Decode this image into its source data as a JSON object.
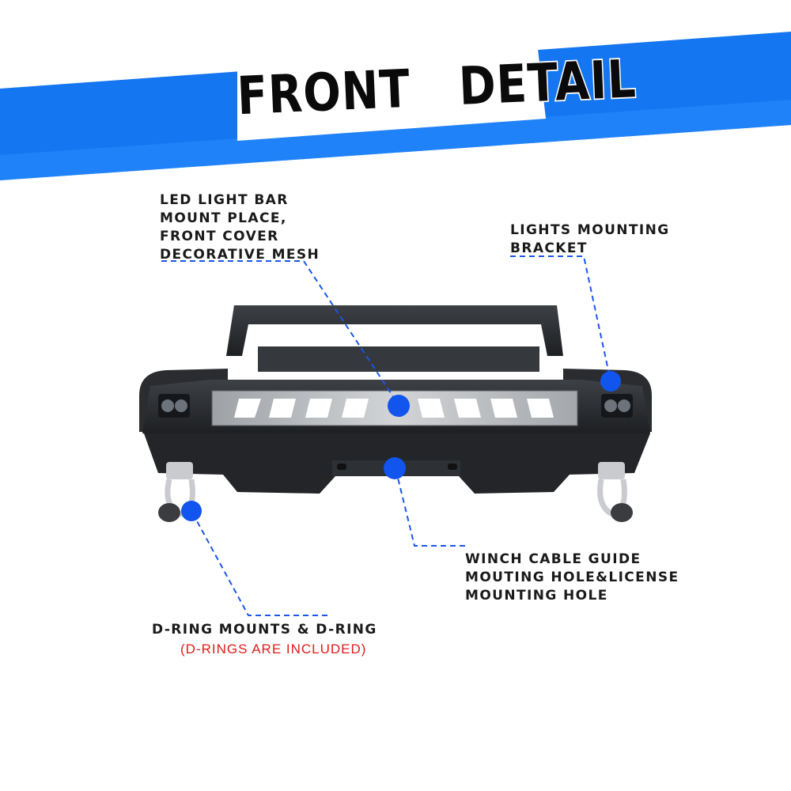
{
  "banner": {
    "title": "FRONT   DETAIL",
    "colors": {
      "stripe": "#1476f0",
      "stripe_light": "#2a8cff"
    }
  },
  "callouts": {
    "led_mesh": {
      "lines": [
        "LED LIGHT BAR",
        "MOUNT PLACE,",
        "FRONT COVER",
        "DECORATIVE MESH"
      ]
    },
    "lights_bracket": {
      "lines": [
        "LIGHTS MOUNTING",
        "BRACKET"
      ]
    },
    "winch": {
      "lines": [
        "WINCH CABLE GUIDE",
        "MOUTING HOLE&LICENSE",
        "MOUNTING HOLE"
      ]
    },
    "d_ring": {
      "label": "D-RING MOUNTS & D-RING",
      "note": "(D-RINGS ARE INCLUDED)",
      "note_color": "#e01b1b"
    }
  },
  "colors": {
    "marker": "#1155ee",
    "leader_line": "#1a56e8",
    "bumper": "#2b2d31",
    "mesh_plate": "#b9bcc0"
  },
  "icons": {
    "product": "front-bumper-illustration",
    "shackle": "d-ring-shackle-icon"
  }
}
